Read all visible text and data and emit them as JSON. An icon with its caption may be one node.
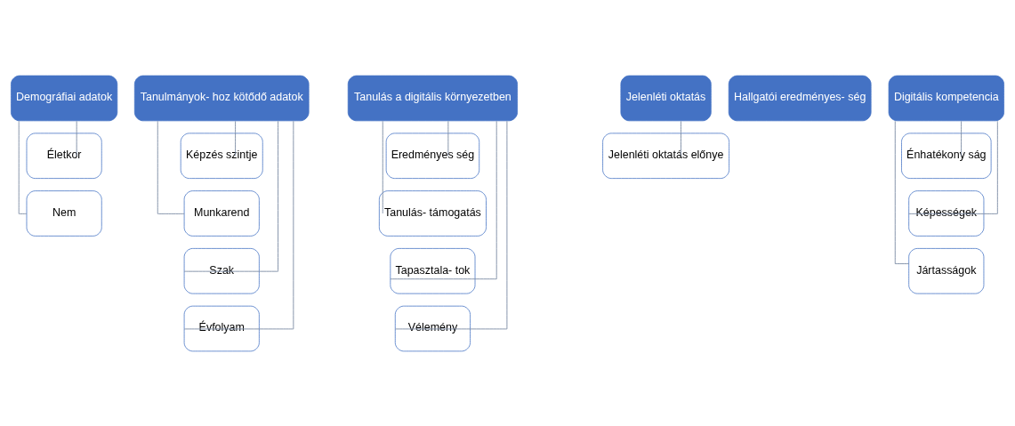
{
  "diagram": {
    "nodes": [
      {
        "text": [
          "Demográfiai adatok"
        ]
      },
      {
        "text": [
          "Életkor"
        ]
      },
      {
        "text": [
          "Nem"
        ]
      },
      {
        "text": [
          "Tanulmányok- hoz kötődő adatok"
        ]
      },
      {
        "text": [
          "Képzés szintje"
        ]
      },
      {
        "text": [
          "Munkarend"
        ]
      },
      {
        "text": [
          "Szak"
        ]
      },
      {
        "text": [
          "Évfolyam"
        ]
      },
      {
        "text": [
          "Tanulás a digitális környezetben"
        ]
      },
      {
        "text": [
          "Eredményes ség"
        ]
      },
      {
        "text": [
          "Tanulás- támogatás"
        ]
      },
      {
        "text": [
          "Tapasztala- tok"
        ]
      },
      {
        "text": [
          "Vélemény"
        ]
      },
      {
        "text": [
          "Jelenléti oktatás"
        ]
      },
      {
        "text": [
          "Jelenléti oktatás előnye"
        ]
      },
      {
        "text": [
          "Hallgatói eredményes- ség"
        ]
      },
      {
        "text": [
          "Digitális kompetencia"
        ]
      },
      {
        "text": [
          "Énhatékony ság"
        ]
      },
      {
        "text": [
          "Képességek"
        ]
      },
      {
        "text": [
          "Jártasságok"
        ]
      }
    ],
    "edges": [
      {
        "from": 0,
        "to": 1,
        "arrow": "none"
      },
      {
        "from": 0,
        "to": 2,
        "arrow": "none"
      },
      {
        "from": 3,
        "to": 4,
        "arrow": "none"
      },
      {
        "from": 3,
        "to": 5,
        "arrow": "none"
      },
      {
        "from": 3,
        "to": 6,
        "arrow": "none"
      },
      {
        "from": 3,
        "to": 7,
        "arrow": "none"
      },
      {
        "from": 8,
        "to": 9,
        "arrow": "none"
      },
      {
        "from": 8,
        "to": 10,
        "arrow": "none"
      },
      {
        "from": 8,
        "to": 11,
        "arrow": "none"
      },
      {
        "from": 8,
        "to": 12,
        "arrow": "none"
      },
      {
        "from": 13,
        "to": 14,
        "arrow": "none"
      },
      {
        "from": 16,
        "to": 17,
        "arrow": "none"
      },
      {
        "from": 16,
        "to": 18,
        "arrow": "none"
      },
      {
        "from": 16,
        "to": 19,
        "arrow": "none"
      }
    ]
  }
}
